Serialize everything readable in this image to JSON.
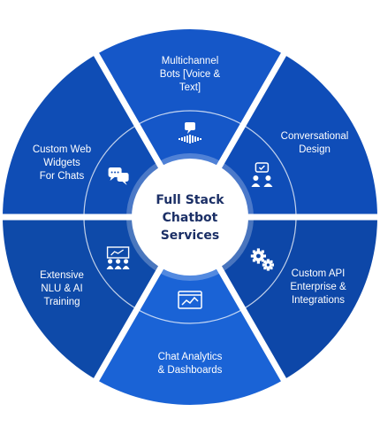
{
  "center": {
    "title": "Full Stack\nChatbot\nServices"
  },
  "segments": [
    {
      "label": "Multichannel\nBots [Voice &\nText]",
      "icon": "voice-chat-icon",
      "color": "#1557c8"
    },
    {
      "label": "Conversational\nDesign",
      "icon": "person-chat-icon",
      "color": "#0f4db8"
    },
    {
      "label": "Custom API\nEnterprise &\nIntegrations",
      "icon": "gears-icon",
      "color": "#0d47a8"
    },
    {
      "label": "Chat Analytics\n& Dashboards",
      "icon": "dashboard-icon",
      "color": "#1a63d6"
    },
    {
      "label": "Extensive\nNLU & AI\nTraining",
      "icon": "team-training-icon",
      "color": "#0e4aa9"
    },
    {
      "label": "Custom Web\nWidgets\nFor Chats",
      "icon": "chat-bubbles-icon",
      "color": "#0f4db5"
    }
  ]
}
